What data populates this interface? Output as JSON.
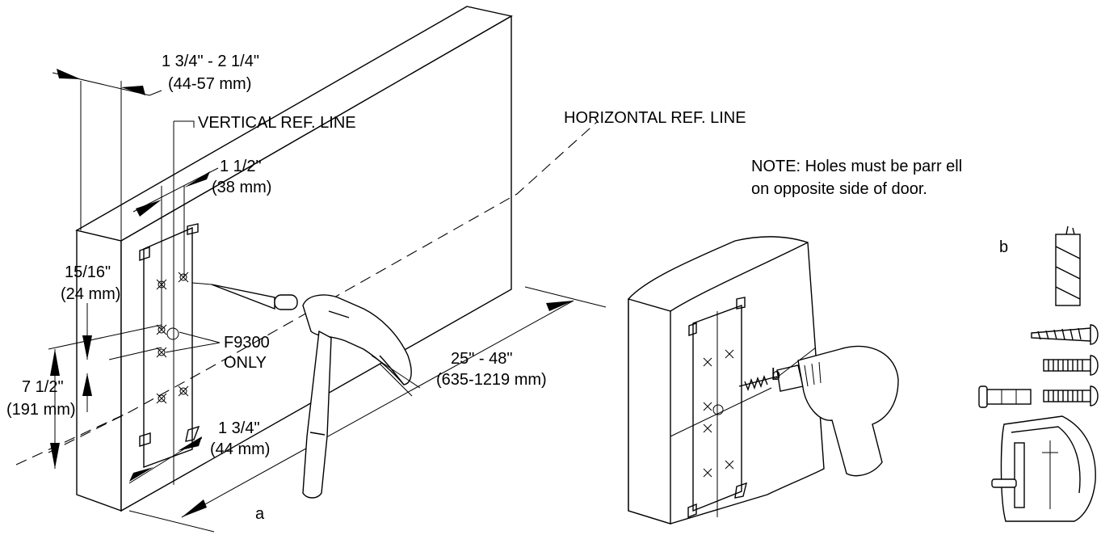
{
  "labels": {
    "door_thickness": "1 3/4\" - 2 1/4\"",
    "door_thickness_mm": "(44-57 mm)",
    "vertical_ref": "VERTICAL REF. LINE",
    "horizontal_ref": "HORIZONTAL REF. LINE",
    "dim_1_5": "1 1/2\"",
    "dim_1_5_mm": "(38 mm)",
    "dim_15_16": "15/16\"",
    "dim_15_16_mm": "(24 mm)",
    "f9300": "F9300",
    "only": "ONLY",
    "dim_7_5": "7 1/2\"",
    "dim_7_5_mm": "(191 mm)",
    "dim_1_75": "1 3/4\"",
    "dim_1_75_mm": "(44 mm)",
    "height_range": "25\" - 48\"",
    "height_range_mm": "(635-1219 mm)",
    "step_a": "a",
    "step_b_drill": "b",
    "step_b_parts": "b",
    "note_line1": "NOTE:  Holes must be parr ell",
    "note_line2": "on opposite side of door."
  },
  "icons": [
    "door-block",
    "center-punch",
    "hammer",
    "door-section",
    "power-drill",
    "drill-bit",
    "wood-screw",
    "machine-screw",
    "anchor-sleeve",
    "lock-housing"
  ]
}
